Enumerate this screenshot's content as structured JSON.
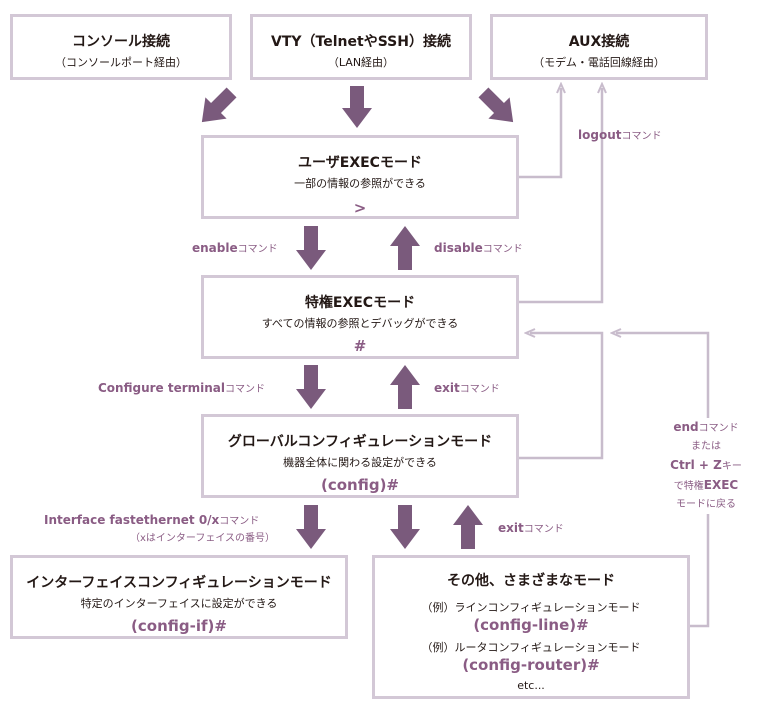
{
  "colors": {
    "accent": "#8a5c84",
    "arrow": "#7a5a7c",
    "box_border": "#d3c8d6",
    "line": "#c8bccc"
  },
  "top": {
    "console": {
      "title": "コンソール接続",
      "sub": "（コンソールポート経由）"
    },
    "vty": {
      "title": "VTY（TelnetやSSH）接続",
      "sub": "（LAN経由）"
    },
    "aux": {
      "title": "AUX接続",
      "sub": "（モデム・電話回線経由）"
    }
  },
  "user_exec": {
    "title": "ユーザEXECモード",
    "sub": "一部の情報の参照ができる",
    "prompt": ">"
  },
  "priv_exec": {
    "title": "特権EXECモード",
    "sub": "すべての情報の参照とデバッグができる",
    "prompt": "#"
  },
  "global_config": {
    "title": "グローバルコンフィギュレーションモード",
    "sub": "機器全体に関わる設定ができる",
    "prompt": "(config)#"
  },
  "if_config": {
    "title": "インターフェイスコンフィギュレーションモード",
    "sub": "特定のインターフェイスに設定ができる",
    "prompt": "(config-if)#"
  },
  "other": {
    "title": "その他、さまざまなモード",
    "ex1_label": "（例）ラインコンフィギュレーションモード",
    "ex1_prompt": "(config-line)#",
    "ex2_label": "（例）ルータコンフィギュレーションモード",
    "ex2_prompt": "(config-router)#",
    "etc": "etc..."
  },
  "labels": {
    "logout_cmd": "logout",
    "logout_suffix": "コマンド",
    "enable_cmd": "enable",
    "enable_suffix": "コマンド",
    "disable_cmd": "disable",
    "disable_suffix": "コマンド",
    "configure_cmd": "Configure terminal",
    "configure_suffix": "コマンド",
    "exit1_cmd": "exit",
    "exit1_suffix": "コマンド",
    "interface_cmd": "Interface fastethernet 0/x",
    "interface_suffix": "コマンド",
    "interface_note": "（xはインターフェイスの番号）",
    "exit2_cmd": "exit",
    "exit2_suffix": "コマンド",
    "end_l1_cmd": "end",
    "end_l1_suffix": "コマンド",
    "end_l2": "または",
    "end_l3_a": "Ctrl",
    "end_l3_plus": " + ",
    "end_l3_b": "Z",
    "end_l3_suffix": "キー",
    "end_l4_a": "で特権",
    "end_l4_b": "EXEC",
    "end_l5": "モードに戻る"
  }
}
